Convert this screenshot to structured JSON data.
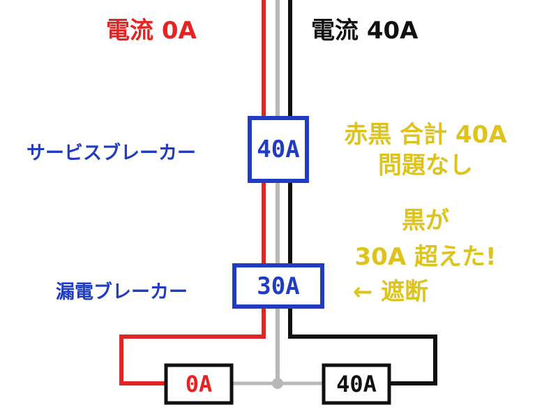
{
  "headings": {
    "left_current": "電流 0A",
    "right_current": "電流 40A"
  },
  "breakers": {
    "service": {
      "label": "サービスブレーカー",
      "rating": "40A"
    },
    "leakage": {
      "label": "漏電ブレーカー",
      "rating": "30A"
    }
  },
  "loads": {
    "left": "0A",
    "right": "40A"
  },
  "notes": {
    "total_line1": "赤黒 合計 40A",
    "total_line2": "問題なし",
    "exceed_line1": "黒が",
    "exceed_line2": "30A 超えた!",
    "trip_line": "← 遮断"
  },
  "colors": {
    "red_wire": "#e42323",
    "black_wire": "#111111",
    "neutral_wire": "#b8b8b8",
    "breaker_blue": "#1f3cc2",
    "note_yellow": "#ddc31c"
  }
}
